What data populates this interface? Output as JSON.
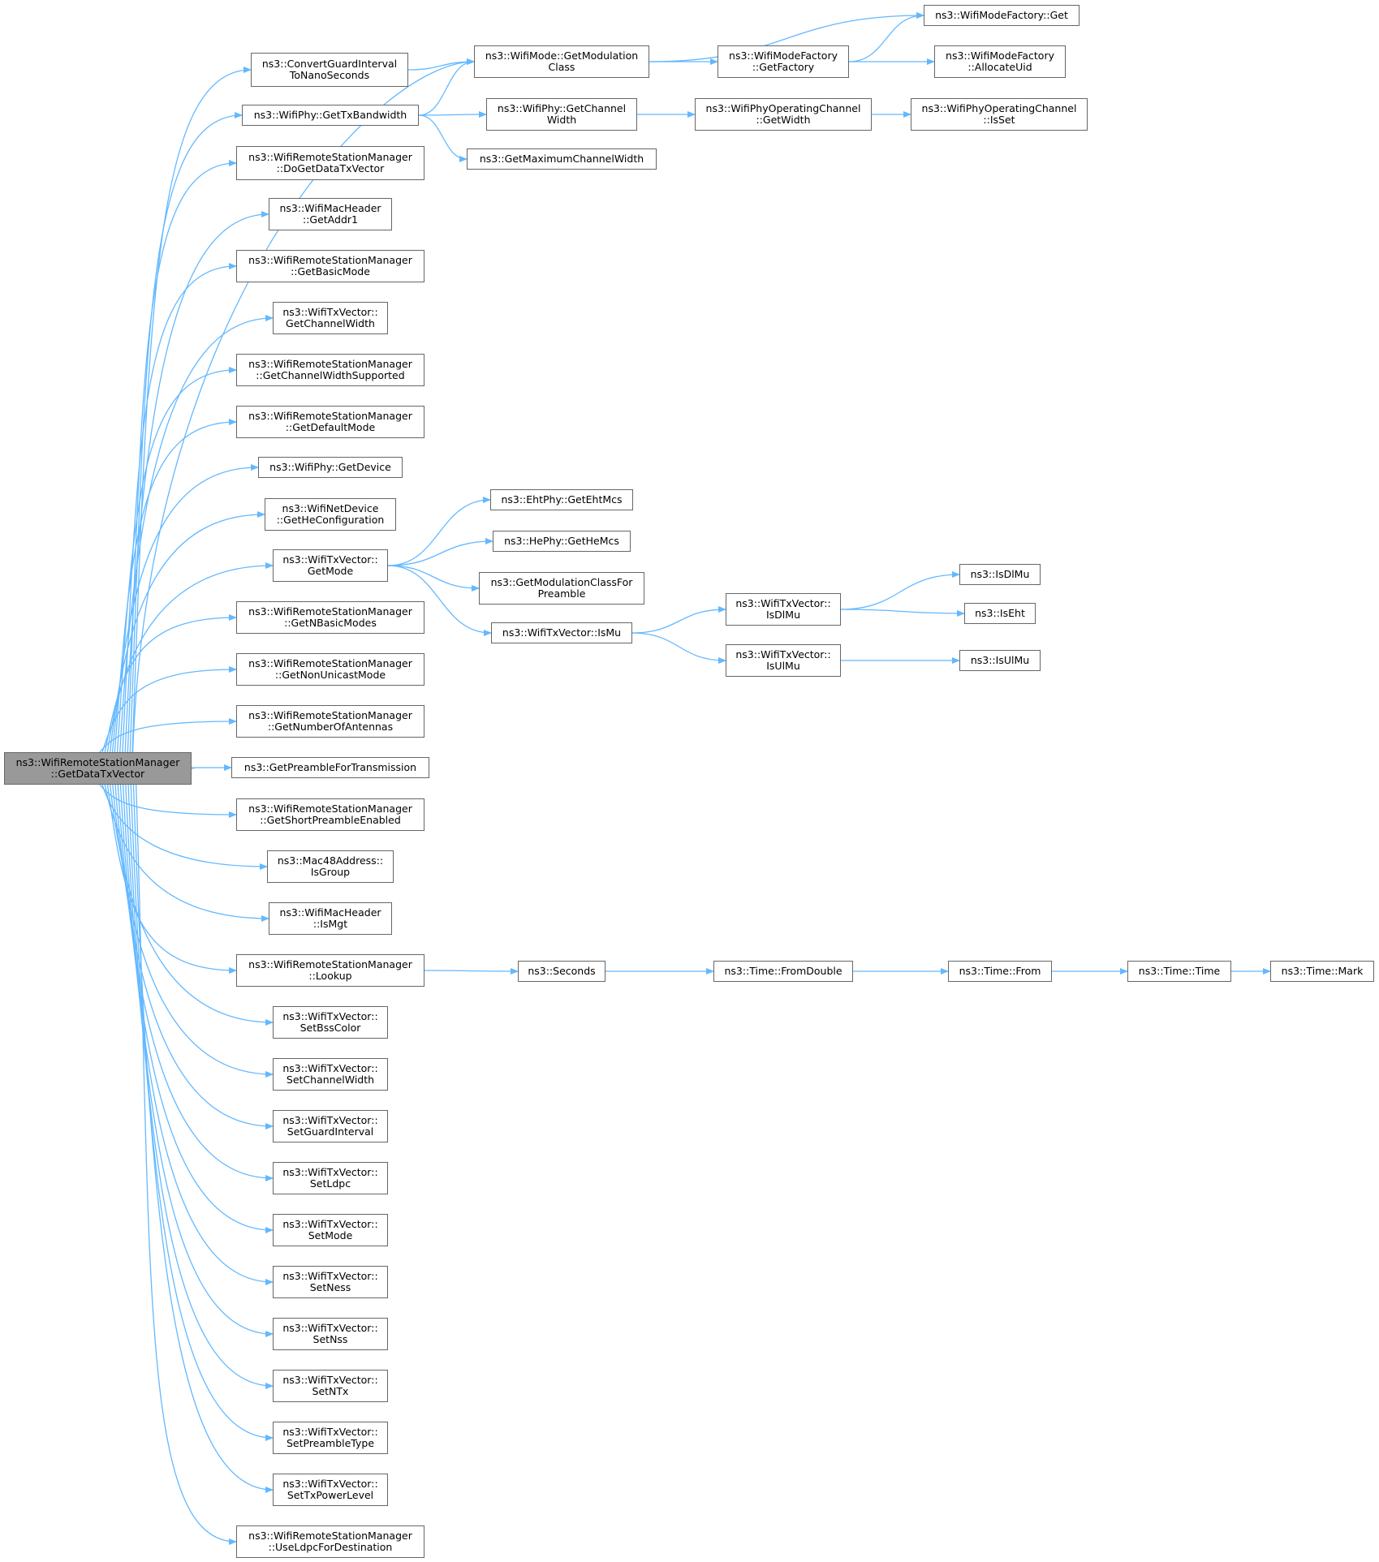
{
  "accent_color": "#63b8ff",
  "root_fill": "#999999",
  "nodes": [
    {
      "id": "root",
      "label": "ns3::WifiRemoteStationManager\n::GetDataTxVector",
      "root": true
    },
    {
      "id": "convgi",
      "label": "ns3::ConvertGuardInterval\nToNanoSeconds"
    },
    {
      "id": "gettxbw",
      "label": "ns3::WifiPhy::GetTxBandwidth"
    },
    {
      "id": "dogetdata",
      "label": "ns3::WifiRemoteStationManager\n::DoGetDataTxVector"
    },
    {
      "id": "getaddr1",
      "label": "ns3::WifiMacHeader\n::GetAddr1"
    },
    {
      "id": "getbasic",
      "label": "ns3::WifiRemoteStationManager\n::GetBasicMode"
    },
    {
      "id": "txvchw",
      "label": "ns3::WifiTxVector::\nGetChannelWidth"
    },
    {
      "id": "getchws",
      "label": "ns3::WifiRemoteStationManager\n::GetChannelWidthSupported"
    },
    {
      "id": "getdefault",
      "label": "ns3::WifiRemoteStationManager\n::GetDefaultMode"
    },
    {
      "id": "getdevice",
      "label": "ns3::WifiPhy::GetDevice"
    },
    {
      "id": "getheconf",
      "label": "ns3::WifiNetDevice\n::GetHeConfiguration"
    },
    {
      "id": "txvgetmode",
      "label": "ns3::WifiTxVector::\nGetMode"
    },
    {
      "id": "getnbasic",
      "label": "ns3::WifiRemoteStationManager\n::GetNBasicModes"
    },
    {
      "id": "getnonuni",
      "label": "ns3::WifiRemoteStationManager\n::GetNonUnicastMode"
    },
    {
      "id": "getnumant",
      "label": "ns3::WifiRemoteStationManager\n::GetNumberOfAntennas"
    },
    {
      "id": "getpreamble",
      "label": "ns3::GetPreambleForTransmission"
    },
    {
      "id": "getshort",
      "label": "ns3::WifiRemoteStationManager\n::GetShortPreambleEnabled"
    },
    {
      "id": "isgroup",
      "label": "ns3::Mac48Address::\nIsGroup"
    },
    {
      "id": "ismgt",
      "label": "ns3::WifiMacHeader\n::IsMgt"
    },
    {
      "id": "lookup",
      "label": "ns3::WifiRemoteStationManager\n::Lookup"
    },
    {
      "id": "setbss",
      "label": "ns3::WifiTxVector::\nSetBssColor"
    },
    {
      "id": "setchw",
      "label": "ns3::WifiTxVector::\nSetChannelWidth"
    },
    {
      "id": "setgi",
      "label": "ns3::WifiTxVector::\nSetGuardInterval"
    },
    {
      "id": "setldpc",
      "label": "ns3::WifiTxVector::\nSetLdpc"
    },
    {
      "id": "setmode",
      "label": "ns3::WifiTxVector::\nSetMode"
    },
    {
      "id": "setness",
      "label": "ns3::WifiTxVector::\nSetNess"
    },
    {
      "id": "setnss",
      "label": "ns3::WifiTxVector::\nSetNss"
    },
    {
      "id": "setntx",
      "label": "ns3::WifiTxVector::\nSetNTx"
    },
    {
      "id": "setpre",
      "label": "ns3::WifiTxVector::\nSetPreambleType"
    },
    {
      "id": "settxpow",
      "label": "ns3::WifiTxVector::\nSetTxPowerLevel"
    },
    {
      "id": "useldpc",
      "label": "ns3::WifiRemoteStationManager\n::UseLdpcForDestination"
    },
    {
      "id": "getmodclass",
      "label": "ns3::WifiMode::GetModulation\nClass"
    },
    {
      "id": "phygetchw",
      "label": "ns3::WifiPhy::GetChannel\nWidth"
    },
    {
      "id": "getmaxchw",
      "label": "ns3::GetMaximumChannelWidth"
    },
    {
      "id": "ehtmcs",
      "label": "ns3::EhtPhy::GetEhtMcs"
    },
    {
      "id": "hemcs",
      "label": "ns3::HePhy::GetHeMcs"
    },
    {
      "id": "getmodclassfor",
      "label": "ns3::GetModulationClassFor\nPreamble"
    },
    {
      "id": "txvismu",
      "label": "ns3::WifiTxVector::IsMu"
    },
    {
      "id": "seconds",
      "label": "ns3::Seconds"
    },
    {
      "id": "wmfgetfac",
      "label": "ns3::WifiModeFactory\n::GetFactory"
    },
    {
      "id": "opchgetw",
      "label": "ns3::WifiPhyOperatingChannel\n::GetWidth"
    },
    {
      "id": "txvisdlmu",
      "label": "ns3::WifiTxVector::\nIsDlMu"
    },
    {
      "id": "txvisulmu",
      "label": "ns3::WifiTxVector::\nIsUlMu"
    },
    {
      "id": "fromdouble",
      "label": "ns3::Time::FromDouble"
    },
    {
      "id": "wmfget",
      "label": "ns3::WifiModeFactory::Get"
    },
    {
      "id": "wmfalloc",
      "label": "ns3::WifiModeFactory\n::AllocateUid"
    },
    {
      "id": "opchisset",
      "label": "ns3::WifiPhyOperatingChannel\n::IsSet"
    },
    {
      "id": "isdlmu",
      "label": "ns3::IsDlMu"
    },
    {
      "id": "iseht",
      "label": "ns3::IsEht"
    },
    {
      "id": "isulmu",
      "label": "ns3::IsUlMu"
    },
    {
      "id": "timefrom",
      "label": "ns3::Time::From"
    },
    {
      "id": "timetime",
      "label": "ns3::Time::Time"
    },
    {
      "id": "timemark",
      "label": "ns3::Time::Mark"
    }
  ],
  "edges": [
    [
      "root",
      "convgi"
    ],
    [
      "root",
      "gettxbw"
    ],
    [
      "root",
      "dogetdata"
    ],
    [
      "root",
      "getaddr1"
    ],
    [
      "root",
      "getbasic"
    ],
    [
      "root",
      "txvchw"
    ],
    [
      "root",
      "getchws"
    ],
    [
      "root",
      "getdefault"
    ],
    [
      "root",
      "getdevice"
    ],
    [
      "root",
      "getheconf"
    ],
    [
      "root",
      "txvgetmode"
    ],
    [
      "root",
      "getnbasic"
    ],
    [
      "root",
      "getnonuni"
    ],
    [
      "root",
      "getnumant"
    ],
    [
      "root",
      "getpreamble"
    ],
    [
      "root",
      "getshort"
    ],
    [
      "root",
      "isgroup"
    ],
    [
      "root",
      "ismgt"
    ],
    [
      "root",
      "lookup"
    ],
    [
      "root",
      "setbss"
    ],
    [
      "root",
      "setchw"
    ],
    [
      "root",
      "setgi"
    ],
    [
      "root",
      "setldpc"
    ],
    [
      "root",
      "setmode"
    ],
    [
      "root",
      "setness"
    ],
    [
      "root",
      "setnss"
    ],
    [
      "root",
      "setntx"
    ],
    [
      "root",
      "setpre"
    ],
    [
      "root",
      "settxpow"
    ],
    [
      "root",
      "useldpc"
    ],
    [
      "root",
      "getmodclass"
    ],
    [
      "convgi",
      "getmodclass"
    ],
    [
      "gettxbw",
      "getmodclass"
    ],
    [
      "gettxbw",
      "phygetchw"
    ],
    [
      "gettxbw",
      "getmaxchw"
    ],
    [
      "getmodclass",
      "wmfgetfac"
    ],
    [
      "getmodclass",
      "wmfget"
    ],
    [
      "wmfgetfac",
      "wmfget"
    ],
    [
      "wmfgetfac",
      "wmfalloc"
    ],
    [
      "phygetchw",
      "opchgetw"
    ],
    [
      "opchgetw",
      "opchisset"
    ],
    [
      "txvgetmode",
      "ehtmcs"
    ],
    [
      "txvgetmode",
      "hemcs"
    ],
    [
      "txvgetmode",
      "getmodclassfor"
    ],
    [
      "txvgetmode",
      "txvismu"
    ],
    [
      "txvismu",
      "txvisdlmu"
    ],
    [
      "txvismu",
      "txvisulmu"
    ],
    [
      "txvisdlmu",
      "isdlmu"
    ],
    [
      "txvisdlmu",
      "iseht"
    ],
    [
      "txvisulmu",
      "isulmu"
    ],
    [
      "lookup",
      "seconds"
    ],
    [
      "seconds",
      "fromdouble"
    ],
    [
      "fromdouble",
      "timefrom"
    ],
    [
      "timefrom",
      "timetime"
    ],
    [
      "timetime",
      "timemark"
    ]
  ]
}
